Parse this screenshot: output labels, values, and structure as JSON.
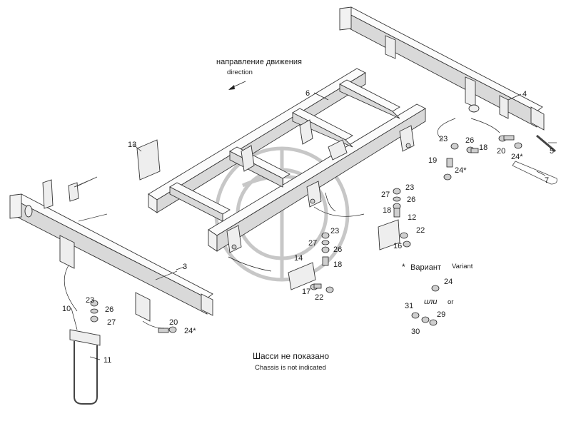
{
  "labels": {
    "direction_ru": "направление движения",
    "direction_en": "direction",
    "variant_mark": "*",
    "variant_ru": "Вариант",
    "variant_en": "Variant",
    "or_ru": "или",
    "or_en": "or",
    "chassis_ru": "Шасси не показано",
    "chassis_en": "Chassis is not indicated"
  },
  "callouts": {
    "c3": "3",
    "c4": "4",
    "c5": "5",
    "c6": "6",
    "c7": "7",
    "c10": "10",
    "c11": "11",
    "c13": "13",
    "c23a": "23",
    "c26a": "26",
    "c18a": "18",
    "c20a": "20",
    "c24a": "24*",
    "c19": "19",
    "c24b": "24*",
    "c27a": "27",
    "c23b": "23",
    "c26b": "26",
    "c18b": "18",
    "c12": "12",
    "c22a": "22",
    "c16": "16",
    "c27b": "27",
    "c23c": "23",
    "c26c": "26",
    "c14": "14",
    "c18c": "18",
    "c17": "17",
    "c22b": "22",
    "c23d": "23",
    "c26d": "26",
    "c27c": "27",
    "c20b": "20",
    "c24c": "24*",
    "c24d": "24",
    "c31": "31",
    "c29": "29",
    "c30": "30"
  }
}
